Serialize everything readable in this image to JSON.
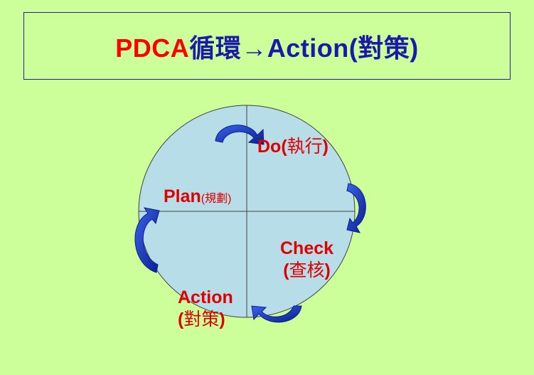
{
  "title": {
    "part_red": "PDCA",
    "part_blue": "循環→Action(對策)"
  },
  "quadrants": {
    "do": {
      "main": "Do(",
      "cjk": "執行",
      "close": ")"
    },
    "plan": {
      "main": "Plan",
      "small": "(規劃)"
    },
    "check": {
      "line1": "Check",
      "line2_open": "(",
      "line2_cjk": "查核",
      "line2_close": ")"
    },
    "action": {
      "line1": "Action",
      "line2_open": "(",
      "line2_cjk": "對策",
      "line2_close": ")"
    }
  },
  "colors": {
    "background": "#CCFF99",
    "circle_fill": "#B7DEE8",
    "arrow": "#1F3FC0",
    "label": "#E00000",
    "title_red": "#FF0000",
    "title_blue": "#1A1AA8"
  },
  "icons": [
    "cycle-arrow-icon"
  ]
}
